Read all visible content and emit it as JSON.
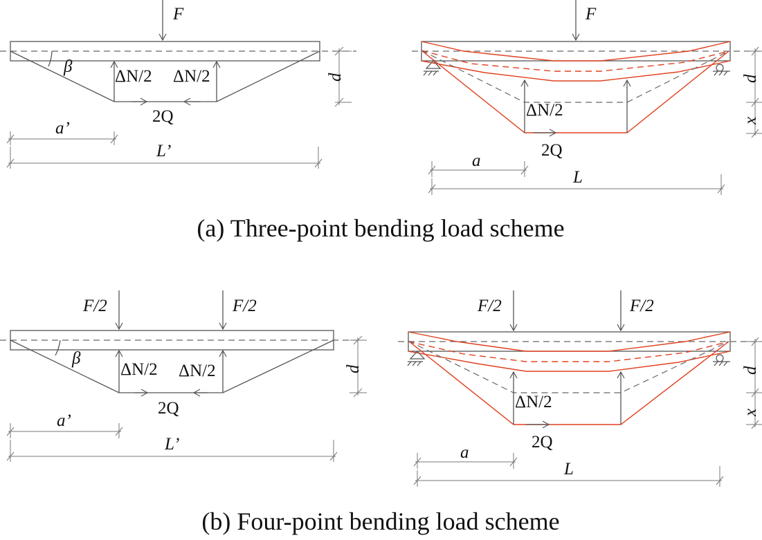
{
  "panel_a": {
    "caption": "(a) Three-point bending load scheme",
    "left": {
      "load": "F",
      "angle": "β",
      "force_left": "ΔN/2",
      "force_right": "ΔN/2",
      "shear": "2Q",
      "depth": "d",
      "shear_span": "a’",
      "span": "L’"
    },
    "right": {
      "load": "F",
      "force": "ΔN/2",
      "shear": "2Q",
      "depth": "d",
      "neutral_axis": "x",
      "shear_span": "a",
      "span": "L"
    }
  },
  "panel_b": {
    "caption": "(b) Four-point bending load scheme",
    "left": {
      "load_left": "F/2",
      "load_right": "F/2",
      "angle": "β",
      "force_left": "ΔN/2",
      "force_right": "ΔN/2",
      "shear": "2Q",
      "depth": "d",
      "shear_span": "a’",
      "span": "L’"
    },
    "right": {
      "load_left": "F/2",
      "load_right": "F/2",
      "force": "ΔN/2",
      "shear": "2Q",
      "depth": "d",
      "neutral_axis": "x",
      "shear_span": "a",
      "span": "L"
    }
  },
  "colors": {
    "crack_lines": "#e0401f",
    "lines": "#555555"
  }
}
